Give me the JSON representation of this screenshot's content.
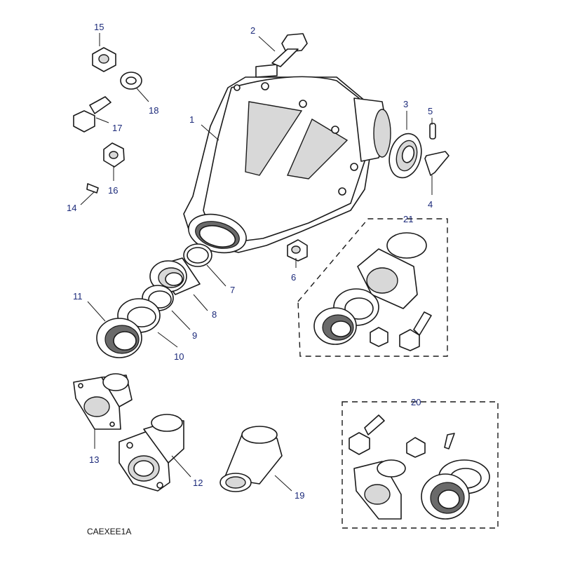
{
  "diagram": {
    "reference_code": "CAEXEE1A",
    "callouts": {
      "c1": "1",
      "c2": "2",
      "c3": "3",
      "c4": "4",
      "c5": "5",
      "c6": "6",
      "c7": "7",
      "c8": "8",
      "c9": "9",
      "c10": "10",
      "c11": "11",
      "c12": "12",
      "c13": "13",
      "c14": "14",
      "c15": "15",
      "c16": "16",
      "c17": "17",
      "c18": "18",
      "c19": "19",
      "c20": "20",
      "c21": "21"
    }
  },
  "colors": {
    "label": "#1c2a7a",
    "line": "#1a1a1a",
    "background": "#ffffff"
  }
}
